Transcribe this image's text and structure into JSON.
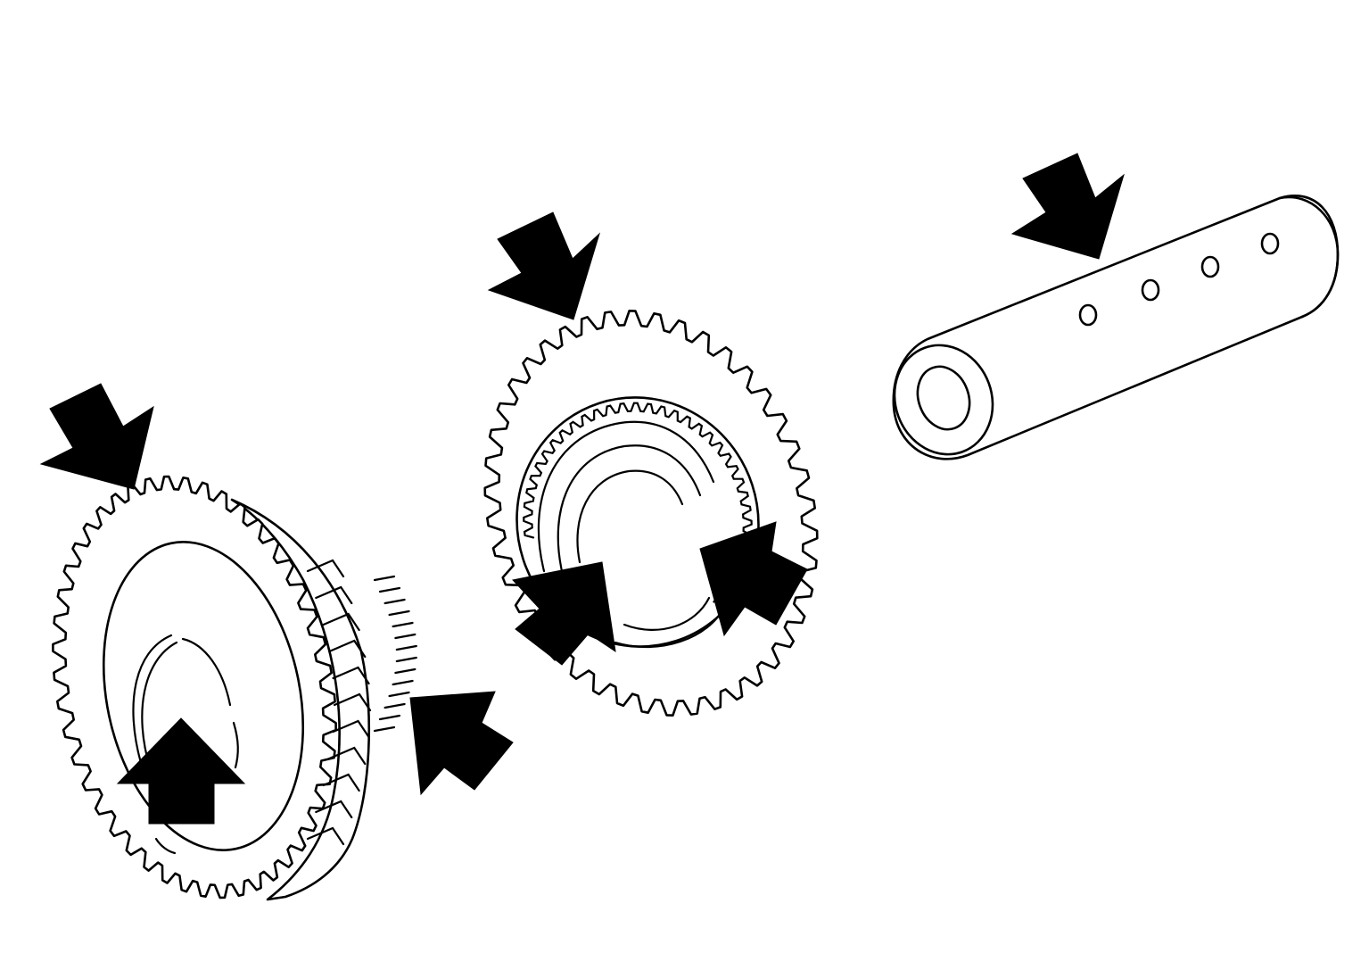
{
  "diagram": {
    "background_color": "#ffffff",
    "ink_color": "#000000",
    "components": [
      {
        "name": "large-helical-gear",
        "arrow_count": 3
      },
      {
        "name": "medium-gear",
        "arrow_count": 3
      },
      {
        "name": "countershaft",
        "arrow_count": 1,
        "oil_holes": 4
      }
    ]
  }
}
